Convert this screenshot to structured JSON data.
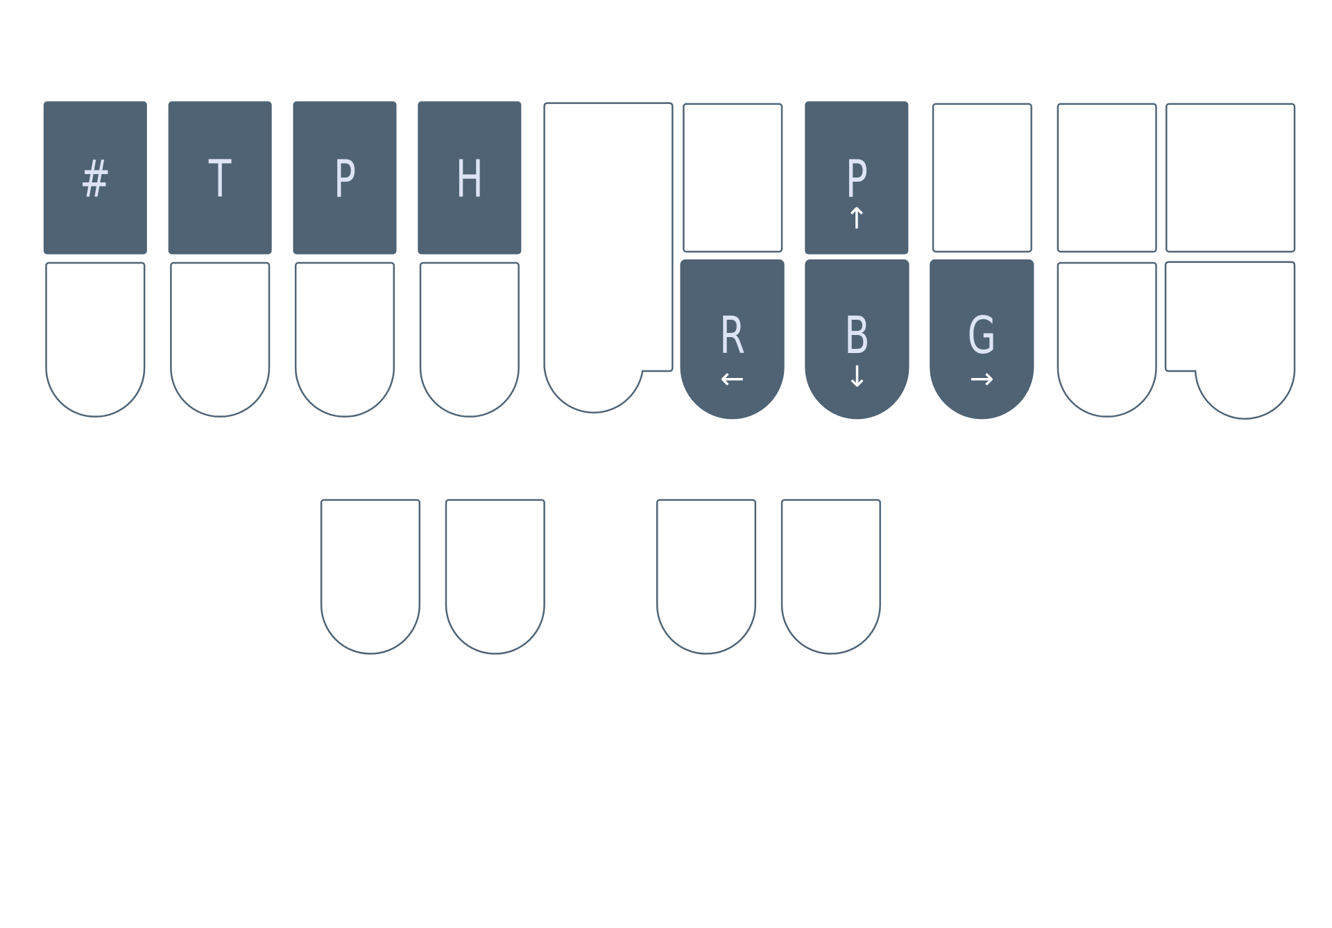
{
  "keys": {
    "number": {
      "label": "#",
      "pressed": true
    },
    "s": {
      "label": "",
      "pressed": false
    },
    "t": {
      "label": "T",
      "pressed": true
    },
    "k": {
      "label": "",
      "pressed": false
    },
    "p_left": {
      "label": "P",
      "pressed": true
    },
    "w": {
      "label": "",
      "pressed": false
    },
    "h": {
      "label": "H",
      "pressed": true
    },
    "r_left": {
      "label": "",
      "pressed": false
    },
    "star": {
      "label": "",
      "pressed": false
    },
    "f": {
      "label": "",
      "pressed": false
    },
    "r": {
      "label": "R",
      "arrow": "←",
      "pressed": true
    },
    "p": {
      "label": "P",
      "arrow": "↑",
      "pressed": true
    },
    "b": {
      "label": "B",
      "arrow": "↓",
      "pressed": true
    },
    "l": {
      "label": "",
      "pressed": false
    },
    "g": {
      "label": "G",
      "arrow": "→",
      "pressed": true
    },
    "t_right": {
      "label": "",
      "pressed": false
    },
    "s_right": {
      "label": "",
      "pressed": false
    },
    "d": {
      "label": "",
      "pressed": false
    },
    "z": {
      "label": "",
      "pressed": false
    },
    "a": {
      "label": "",
      "pressed": false
    },
    "o": {
      "label": "",
      "pressed": false
    },
    "e": {
      "label": "",
      "pressed": false
    },
    "u": {
      "label": "",
      "pressed": false
    }
  },
  "colors": {
    "pressed_fill": "#4f6375",
    "outline": "#4f6375",
    "label": "#dde4f6",
    "arrow": "#ffffff",
    "background": "#ffffff"
  }
}
